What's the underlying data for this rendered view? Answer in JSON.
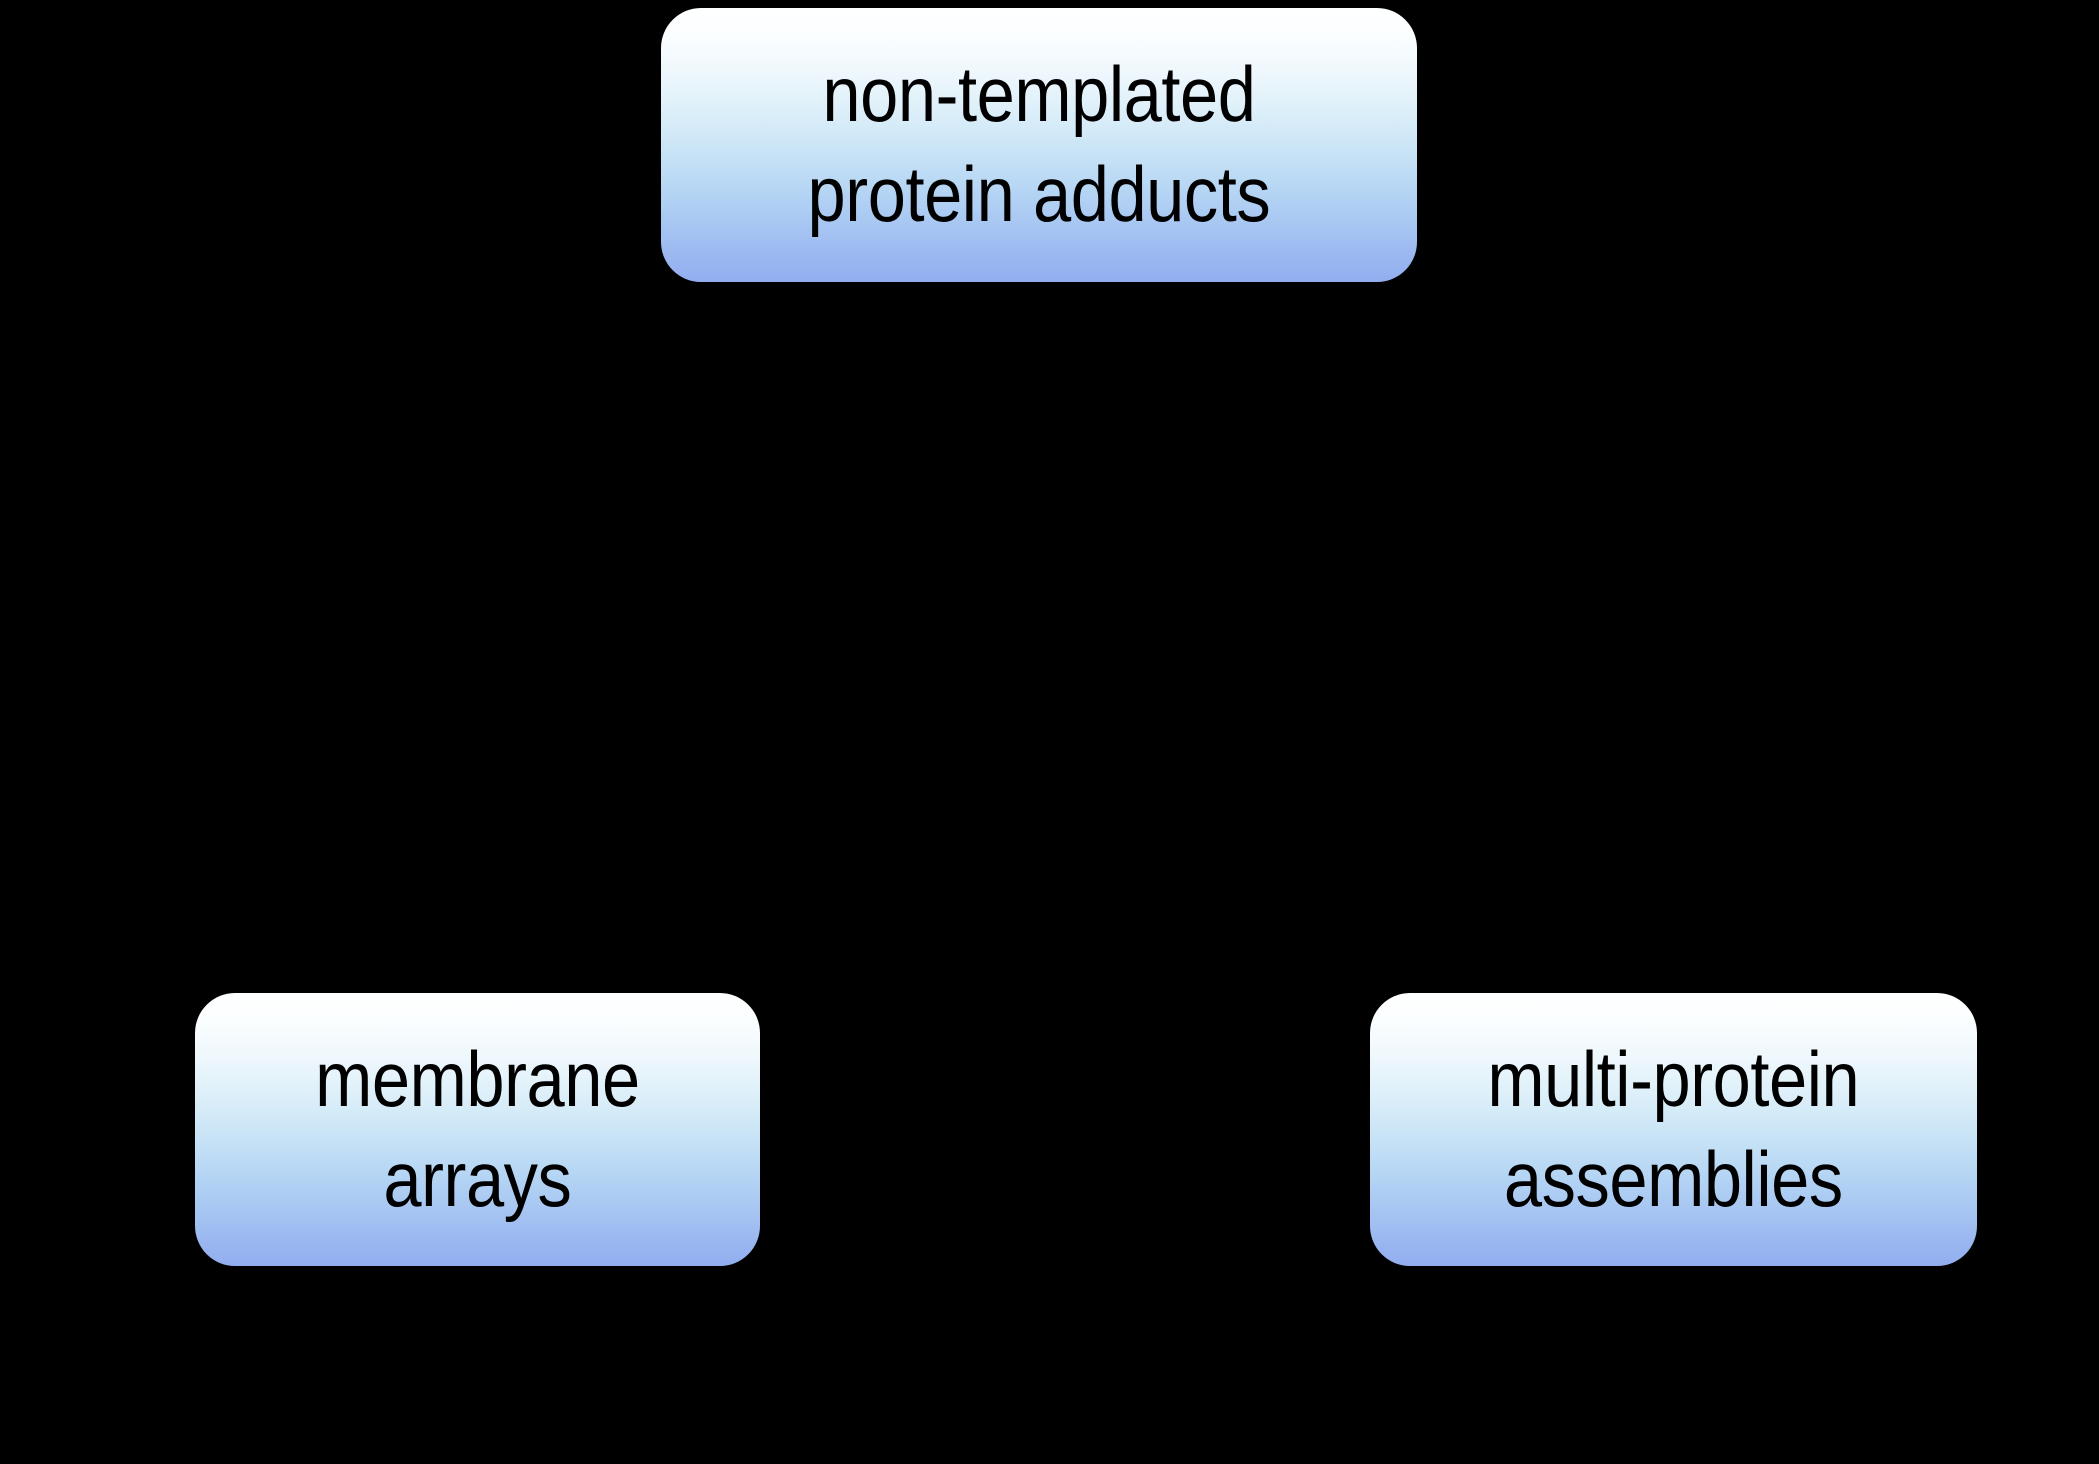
{
  "diagram": {
    "background_color": "#000000",
    "text_color": "#000000",
    "box_gradient_top": "#ffffff",
    "box_gradient_bottom": "#93aef0",
    "nodes": [
      {
        "id": "non-templated-protein-adducts",
        "label": "non-templated\nprotein adducts",
        "position": "top-center"
      },
      {
        "id": "membrane-arrays",
        "label": "membrane\narrays",
        "position": "bottom-left"
      },
      {
        "id": "multi-protein-assemblies",
        "label": "multi-protein\nassemblies",
        "position": "bottom-right"
      }
    ]
  }
}
